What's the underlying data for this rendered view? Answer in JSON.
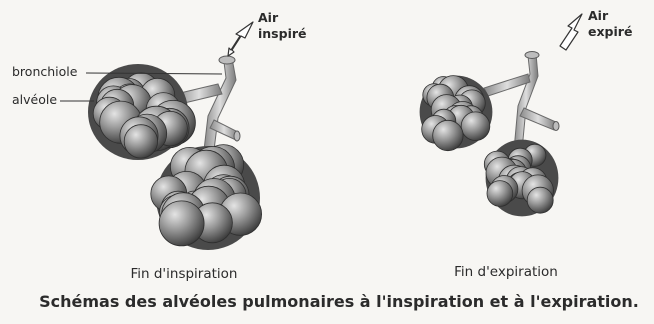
{
  "figure": {
    "title": "Schémas des alvéoles pulmonaires à l'inspiration et à l'expiration.",
    "labels": {
      "bronchiole": "bronchiole",
      "alveole": "alvéole"
    },
    "inspiration": {
      "air_word": "Air",
      "air_state": "inspiré",
      "caption": "Fin d'inspiration"
    },
    "expiration": {
      "air_word": "Air",
      "air_state": "expiré",
      "caption": "Fin d'expiration"
    }
  },
  "colors": {
    "background": "#f7f6f3",
    "alveolus_light": "#d0d0d0",
    "alveolus_mid": "#8c8c8c",
    "alveolus_dark": "#3a3a3a",
    "tube": "#c4c4c4",
    "text": "#2b2b2b"
  }
}
